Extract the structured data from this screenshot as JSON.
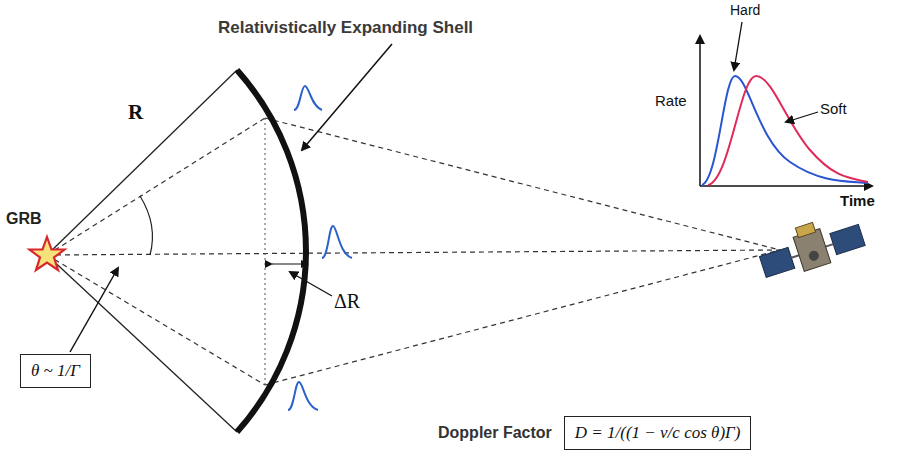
{
  "diagram": {
    "nodes": [
      {
        "text": [
          "θ ~ 1/Γ"
        ]
      },
      {
        "text": [
          "Doppler Factor",
          "D = 1/((1 − v/c cos θ)Γ)"
        ]
      }
    ],
    "labels": [
      "Relativistically Expanding Shell",
      "R",
      "GRB",
      "ΔR",
      "Rate",
      "Hard",
      "Soft",
      "Time"
    ]
  }
}
